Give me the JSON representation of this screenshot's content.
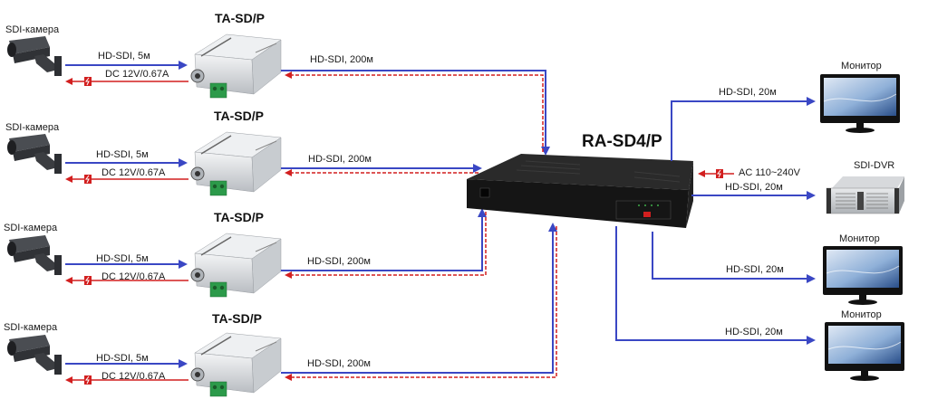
{
  "colors": {
    "video": "#3a47c4",
    "power": "#d21f1f",
    "device_dark": "#1b1b1b",
    "aluminum": "#d9dcdf",
    "terminal_green": "#2c9a4a"
  },
  "cameras": [
    {
      "label": "SDI-камера",
      "icon": "cctv-camera-icon"
    },
    {
      "label": "SDI-камера",
      "icon": "cctv-camera-icon"
    },
    {
      "label": "SDI-камера",
      "icon": "cctv-camera-icon"
    },
    {
      "label": "SDI-камера",
      "icon": "cctv-camera-icon"
    }
  ],
  "transmitters": [
    {
      "model": "TA-SD/P",
      "video_link": "HD-SDI, 5м",
      "power_link": "DC 12V/0.67A",
      "trunk_link": "HD-SDI, 200м"
    },
    {
      "model": "TA-SD/P",
      "video_link": "HD-SDI, 5м",
      "power_link": "DC 12V/0.67A",
      "trunk_link": "HD-SDI, 200м"
    },
    {
      "model": "TA-SD/P",
      "video_link": "HD-SDI, 5м",
      "power_link": "DC 12V/0.67A",
      "trunk_link": "HD-SDI, 200м"
    },
    {
      "model": "TA-SD/P",
      "video_link": "HD-SDI, 5м",
      "power_link": "DC 12V/0.67A",
      "trunk_link": "HD-SDI, 200м"
    }
  ],
  "receiver": {
    "model": "RA-SD4/P",
    "power_input": "AC 110~240V"
  },
  "outputs": [
    {
      "device": "Монитор",
      "link": "HD-SDI, 20м",
      "icon": "monitor-icon"
    },
    {
      "device": "SDI-DVR",
      "link": "HD-SDI, 20м",
      "icon": "dvr-icon"
    },
    {
      "device": "Монитор",
      "link": "HD-SDI, 20м",
      "icon": "monitor-icon"
    },
    {
      "device": "Монитор",
      "link": "HD-SDI, 20м",
      "icon": "monitor-icon"
    }
  ],
  "legend_icons": {
    "power": "lightning-icon"
  }
}
